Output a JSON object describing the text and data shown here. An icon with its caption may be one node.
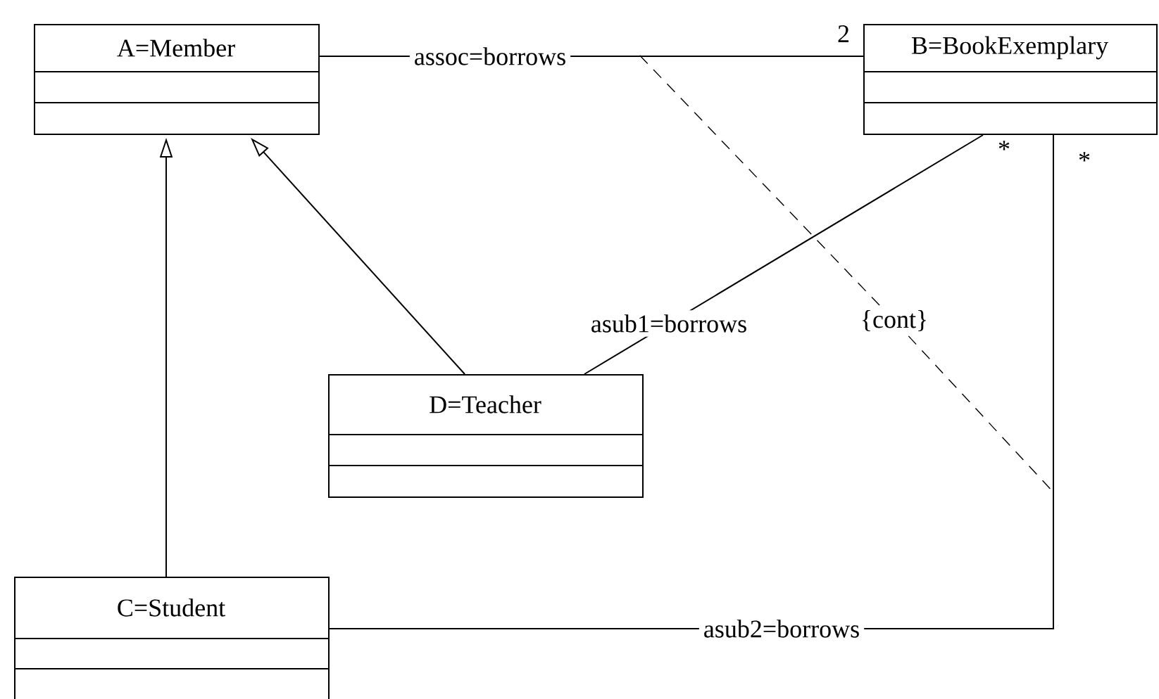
{
  "diagram": {
    "nodes": [
      {
        "text": [
          "A=Member"
        ]
      },
      {
        "text": [
          "B=BookExemplary"
        ]
      },
      {
        "text": [
          "D=Teacher"
        ]
      },
      {
        "text": [
          "C=Student"
        ]
      },
      {
        "text": [
          "{cont}"
        ]
      }
    ],
    "edges": [
      {
        "from": 3,
        "to": 0,
        "arrow": "to"
      },
      {
        "from": 2,
        "to": 0,
        "arrow": "to"
      },
      {
        "from": 0,
        "to": 1,
        "arrow": "none",
        "label": "assoc=borrows"
      },
      {
        "from": 2,
        "to": 1,
        "arrow": "none",
        "label": "asub1=borrows"
      },
      {
        "from": 3,
        "to": 1,
        "arrow": "none",
        "label": "asub2=borrows"
      },
      {
        "from": 4,
        "to": null,
        "arrow": "none",
        "style": "dashed"
      },
      {
        "from": 4,
        "to": null,
        "arrow": "none",
        "style": "dashed"
      }
    ],
    "labels": [
      "2",
      "*",
      "*"
    ]
  }
}
